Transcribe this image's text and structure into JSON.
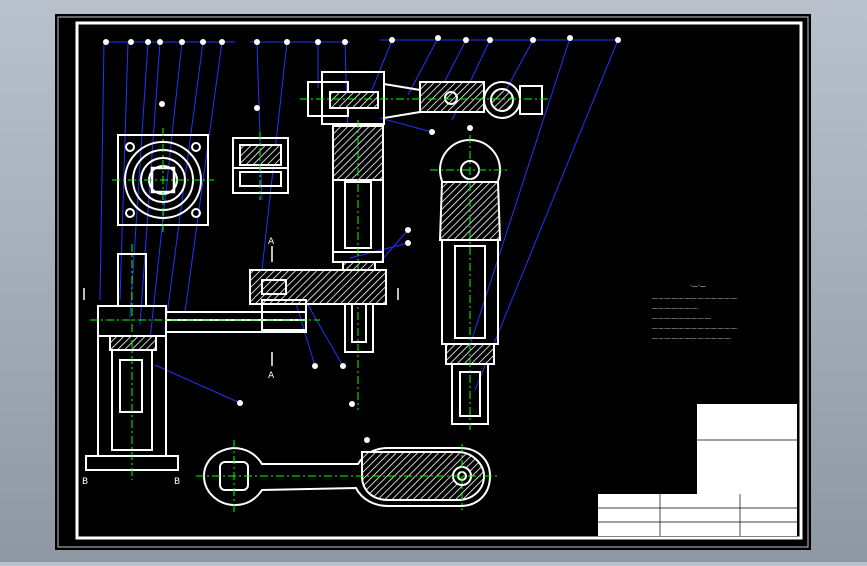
{
  "colors": {
    "background": "#000000",
    "outline": "#ffffff",
    "centerline": "#00ff00",
    "leader": "#2233ff",
    "frame_outer": "#c0c8d0"
  },
  "section_labels": {
    "a_top": "A",
    "a_bottom": "A",
    "b_left": "B",
    "b_right": "B"
  },
  "tech_notes": {
    "title": "·—·—",
    "lines": [
      "—·—·—·—·—·—·—·—·—·—·—·—·—·",
      "—·—·—·—·—·—·—·",
      "—·—·—·—·—·—·—·—·—·",
      "—·—·—·—·—·—·—·—·—·—·—·—·—·",
      "—·—·—·—·—·—·—·—·—·—·—·—·"
    ]
  }
}
